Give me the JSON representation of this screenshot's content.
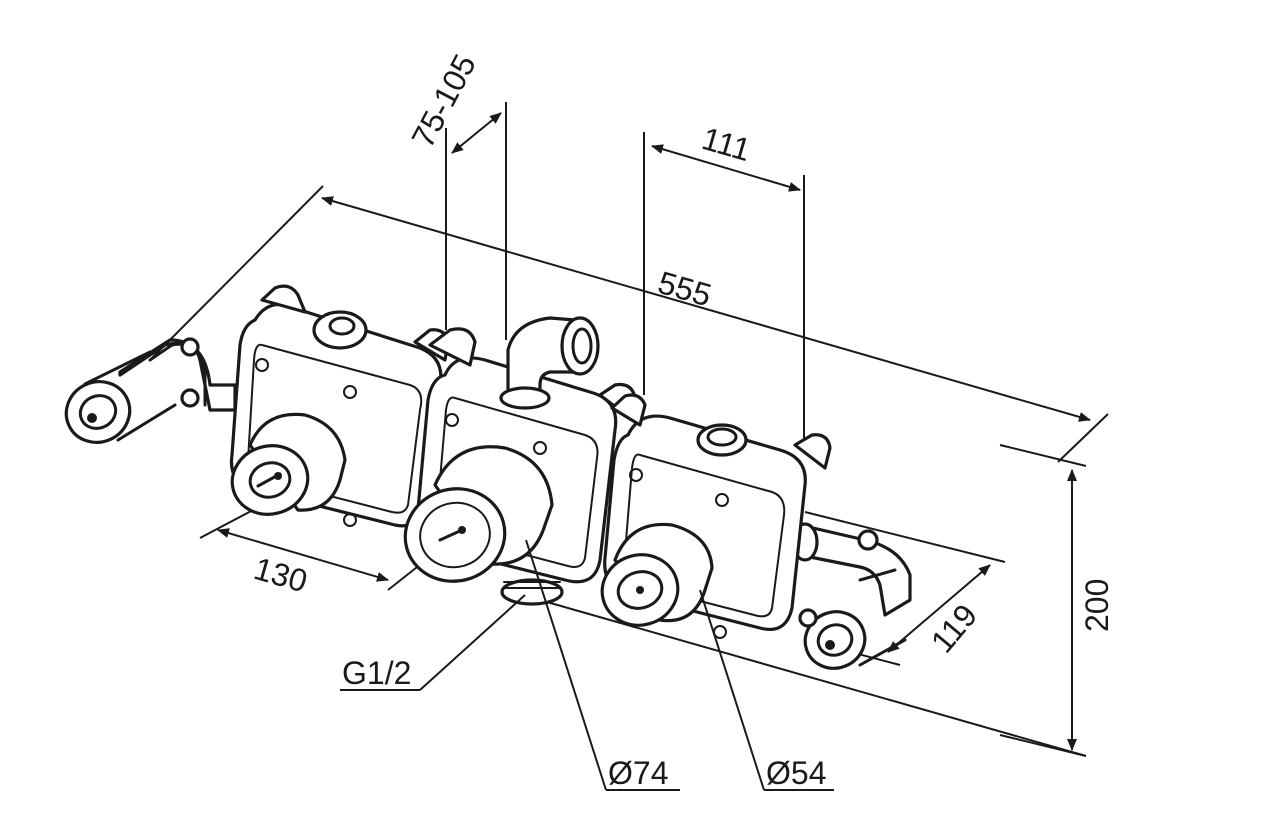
{
  "dimensions": {
    "overall_length": "555",
    "spacing_range": "75-105",
    "spacing_right": "111",
    "length_left": "130",
    "depth": "119",
    "height": "200"
  },
  "callouts": {
    "thread": "G1/2",
    "diameter_large": "Ø74",
    "diameter_small": "Ø54"
  },
  "colors": {
    "line": "#1a1a1a",
    "background": "#ffffff"
  },
  "icons": [
    "arrowhead",
    "valve-body",
    "pipe-elbow"
  ]
}
